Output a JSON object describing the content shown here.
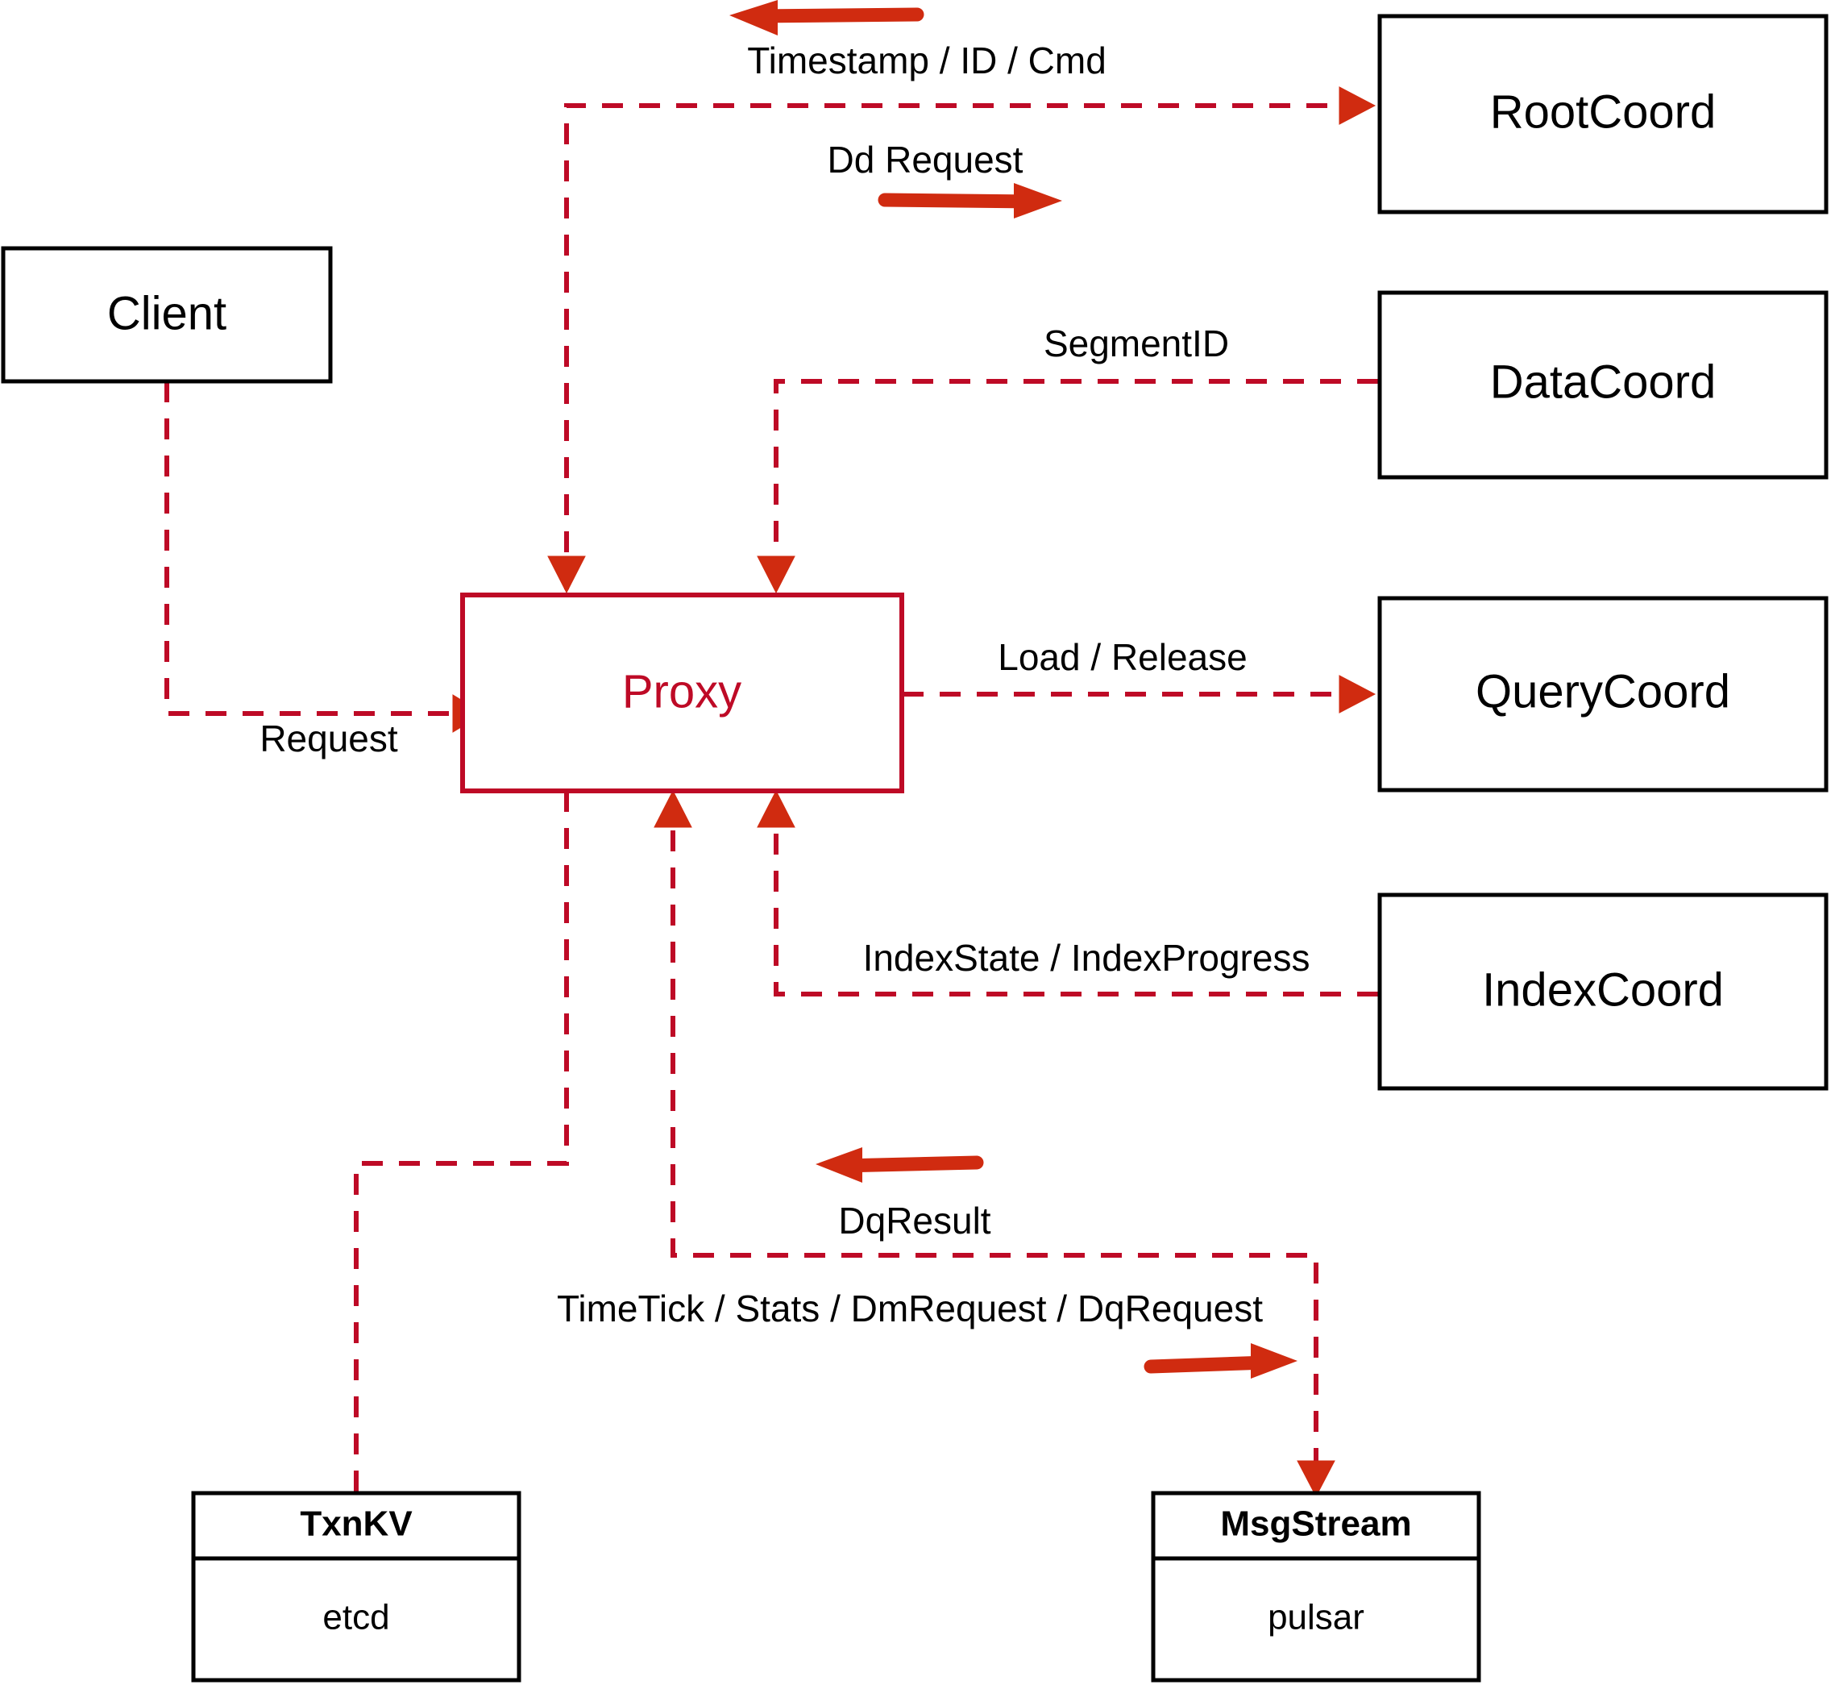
{
  "colors": {
    "accent": "#BE0A26",
    "arrow": "#D02B10",
    "node_stroke": "#000000",
    "background": "#ffffff"
  },
  "nodes": {
    "client": {
      "label": "Client"
    },
    "proxy": {
      "label": "Proxy"
    },
    "root_coord": {
      "label": "RootCoord"
    },
    "data_coord": {
      "label": "DataCoord"
    },
    "query_coord": {
      "label": "QueryCoord"
    },
    "index_coord": {
      "label": "IndexCoord"
    },
    "txnkv": {
      "title": "TxnKV",
      "impl": "etcd"
    },
    "msgstream": {
      "title": "MsgStream",
      "impl": "pulsar"
    }
  },
  "edges": [
    {
      "id": "client-proxy",
      "label": "Request",
      "from": "Client",
      "to": "Proxy",
      "direction": "right"
    },
    {
      "id": "proxy-rootcoord-out",
      "label": "Dd Request",
      "from": "Proxy",
      "to": "RootCoord",
      "direction": "right"
    },
    {
      "id": "rootcoord-proxy-in",
      "label": "Timestamp / ID / Cmd",
      "from": "RootCoord",
      "to": "Proxy",
      "direction": "left"
    },
    {
      "id": "datacoord-proxy",
      "label": "SegmentID",
      "from": "DataCoord",
      "to": "Proxy",
      "direction": "left"
    },
    {
      "id": "proxy-querycoord",
      "label": "Load / Release",
      "from": "Proxy",
      "to": "QueryCoord",
      "direction": "right"
    },
    {
      "id": "indexcoord-proxy",
      "label": "IndexState / IndexProgress",
      "from": "IndexCoord",
      "to": "Proxy",
      "direction": "left"
    },
    {
      "id": "msgstream-proxy",
      "label": "DqResult",
      "from": "MsgStream",
      "to": "Proxy",
      "direction": "left"
    },
    {
      "id": "proxy-msgstream",
      "label": "TimeTick / Stats / DmRequest / DqRequest",
      "from": "Proxy",
      "to": "MsgStream",
      "direction": "right"
    },
    {
      "id": "proxy-txnkv",
      "label": "",
      "from": "Proxy",
      "to": "TxnKV",
      "direction": "none"
    }
  ]
}
